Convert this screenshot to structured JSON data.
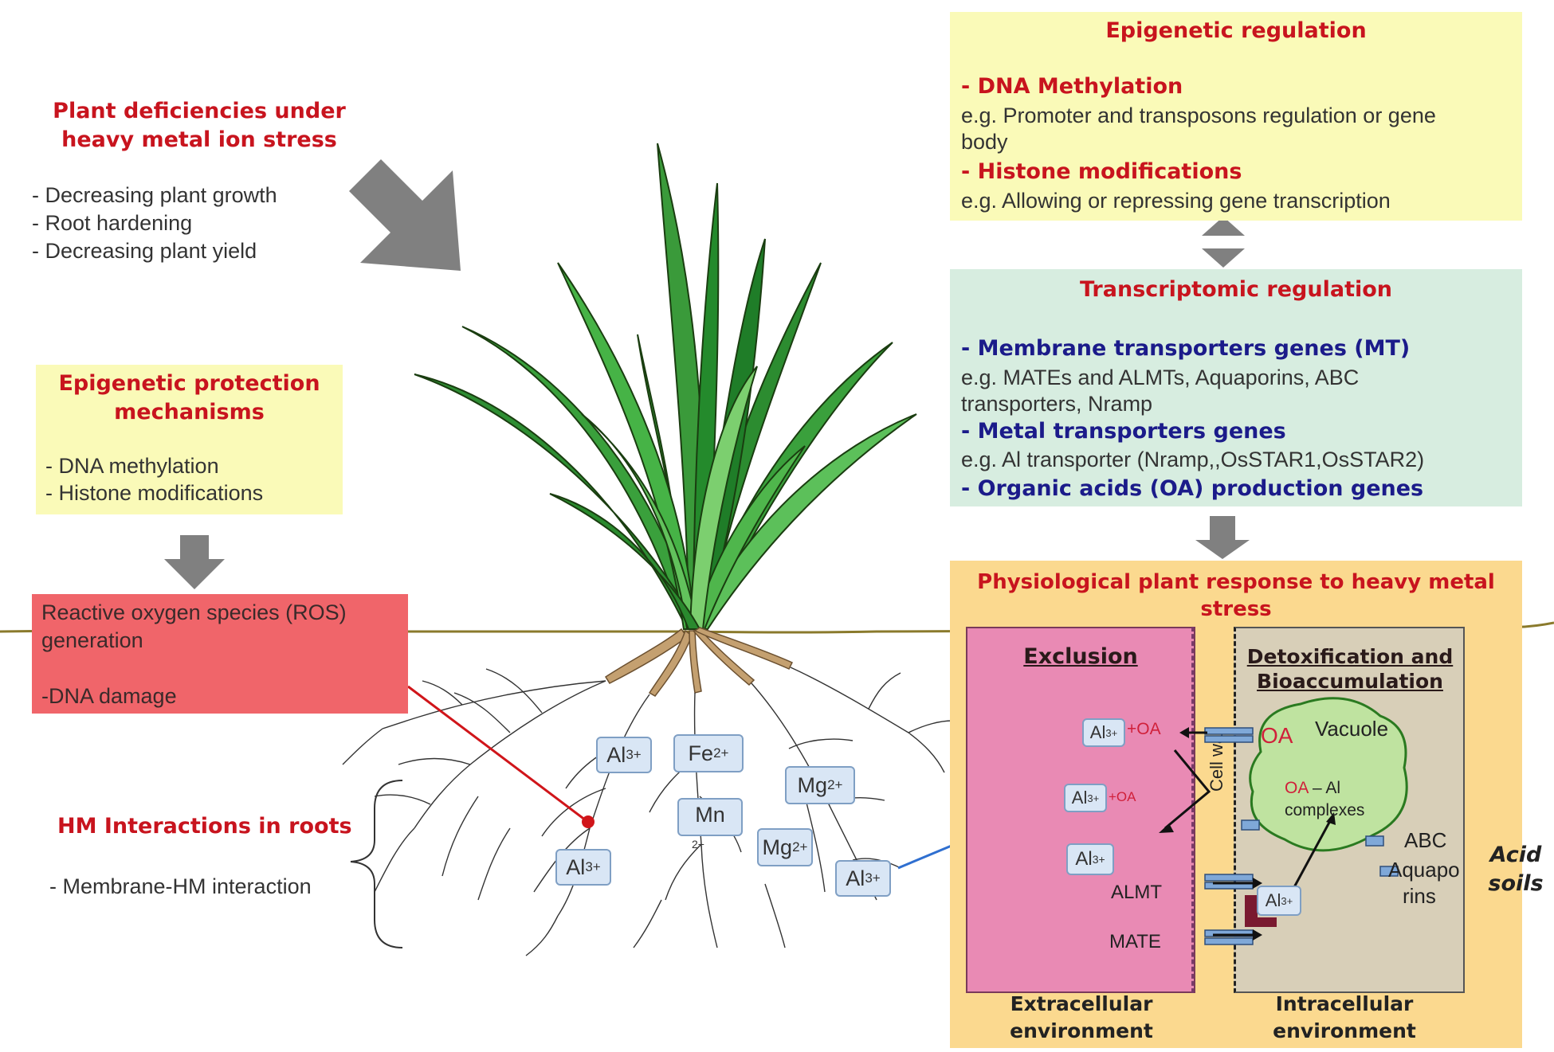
{
  "deficiencies": {
    "title_line1": "Plant deficiencies under",
    "title_line2": "heavy metal ion stress",
    "items": [
      "- Decreasing plant growth",
      "- Root hardening",
      "- Decreasing plant yield"
    ]
  },
  "epi_protection": {
    "title_line1": "Epigenetic protection",
    "title_line2": "mechanisms",
    "items": [
      "- DNA  methylation",
      "- Histone modifications"
    ]
  },
  "ros": {
    "line1": "Reactive oxygen  species (ROS)",
    "line2": "generation",
    "line3": "-DNA damage"
  },
  "hm_roots": {
    "title": "HM Interactions in roots",
    "item": "- Membrane-HM  interaction"
  },
  "epi_regulation": {
    "title": "Epigenetic regulation",
    "h1": "- DNA Methylation",
    "t1a": "e.g. Promoter and transposons regulation  or gene",
    "t1b": "body",
    "h2": "- Histone modifications",
    "t2": "e.g. Allowing  or repressing gene transcription"
  },
  "transcriptomic": {
    "title": "Transcriptomic regulation",
    "h1": "- Membrane transporters genes (MT)",
    "t1a": "e.g. MATEs and ALMTs, Aquaporins, ABC",
    "t1b": "transporters, Nramp",
    "h2": "- Metal transporters genes",
    "t2": "e.g. Al transporter (Nramp,,OsSTAR1,OsSTAR2)",
    "h3": "- Organic acids (OA) production genes"
  },
  "physiological": {
    "title_line1": "Physiological  plant response to heavy metal",
    "title_line2": "stress",
    "exclusion": "Exclusion",
    "detox_line1": "Detoxification and",
    "detox_line2": "Bioaccumulation",
    "cell_wall": "Cell wall",
    "vacuole": "Vacuole",
    "oa": "OA",
    "oa_complex_oa": "OA",
    "oa_complex_rest": " – Al",
    "complexes": "complexes",
    "abc": "ABC",
    "aquapo": "Aquapo",
    "rins": "rins",
    "almt": "ALMT",
    "mate": "MATE",
    "al_oa_1": "+OA",
    "al_oa_2": "+OA",
    "extracellular_line1": "Extracellular",
    "extracellular_line2": "environment",
    "intracellular_line1": "Intracellular",
    "intracellular_line2": "environment"
  },
  "acid_soils": {
    "line1": "Acid",
    "line2": "soils"
  },
  "ions": {
    "al": "Al",
    "al_sup": "3+",
    "fe": "Fe",
    "fe_sup": "2+",
    "mn": "Mn",
    "mn_sup": "2+",
    "mg": "Mg",
    "mg_sup": "2+"
  },
  "colors": {
    "yellow_box": "#fafab8",
    "green_box": "#d7ede0",
    "ros_box": "#f0656a",
    "physio_box": "#fbd98f",
    "exclusion_box": "#e98ab4",
    "detox_box": "#d8cfb8",
    "vacuole": "#bfe3a0",
    "arrow_gray": "#808080",
    "title_red": "#c8141e",
    "navy": "#1b1b8a"
  }
}
